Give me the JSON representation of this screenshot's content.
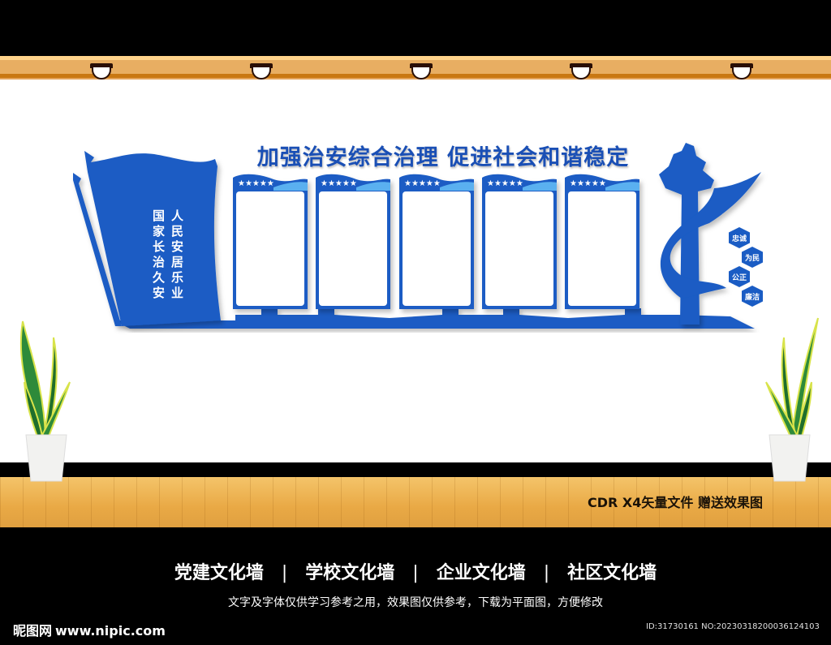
{
  "scene": {
    "colors": {
      "primary_blue": "#1a5cc4",
      "light_blue": "#5ab0f0",
      "wood_light": "#f4c46a",
      "wood_dark": "#c97812",
      "black": "#000000",
      "white": "#ffffff"
    },
    "ceiling": {
      "lamp_count": 5,
      "lamp_x": [
        111,
        308,
        505,
        702,
        900
      ]
    }
  },
  "wall_display": {
    "title": "加强治安综合治理 促进社会和谐稳定",
    "flag": {
      "line1": "人民安居乐业",
      "line2": "国家长治久安"
    },
    "panels": [
      {
        "stars": "★★★★★"
      },
      {
        "stars": "★★★★★"
      },
      {
        "stars": "★★★★★"
      },
      {
        "stars": "★★★★★"
      },
      {
        "stars": "★★★★★"
      }
    ],
    "values": [
      "忠诚",
      "为民",
      "公正",
      "廉洁"
    ]
  },
  "floor_caption": "CDR X4矢量文件  赠送效果图",
  "footer": {
    "categories": [
      "党建文化墙",
      "学校文化墙",
      "企业文化墙",
      "社区文化墙"
    ],
    "separator": "|",
    "note": "文字及字体仅供学习参考之用，效果图仅供参考，下载为平面图，方便修改",
    "logo_text": "昵图网",
    "logo_url": "www.nipic.com",
    "id_text": "ID:31730161 NO:20230318200036124103"
  }
}
